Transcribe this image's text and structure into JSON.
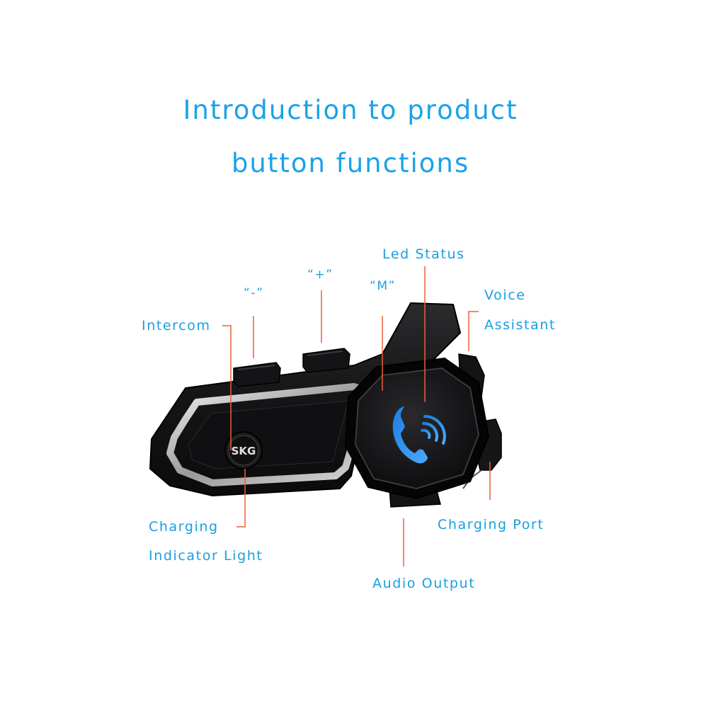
{
  "title": {
    "line1": "Introduction to product",
    "line2": "button functions"
  },
  "callouts": {
    "led_status": "Led Status",
    "plus": "“+”",
    "m": "“M”",
    "minus": "“-”",
    "voice_line1": "Voice",
    "voice_line2": "Assistant",
    "intercom": "Intercom",
    "charging_line1": "Charging",
    "charging_line2": "Indicator Light",
    "charging_port": "Charging Port",
    "audio_output": "Audio Output"
  },
  "colors": {
    "label_text": "#1a9ee0",
    "leader_line": "#e8603c",
    "device_body": "#1c1c1e",
    "phone_icon": "#2f8fe8"
  },
  "device": {
    "logo_text": "SKG",
    "icon": "phone-handset-icon"
  }
}
